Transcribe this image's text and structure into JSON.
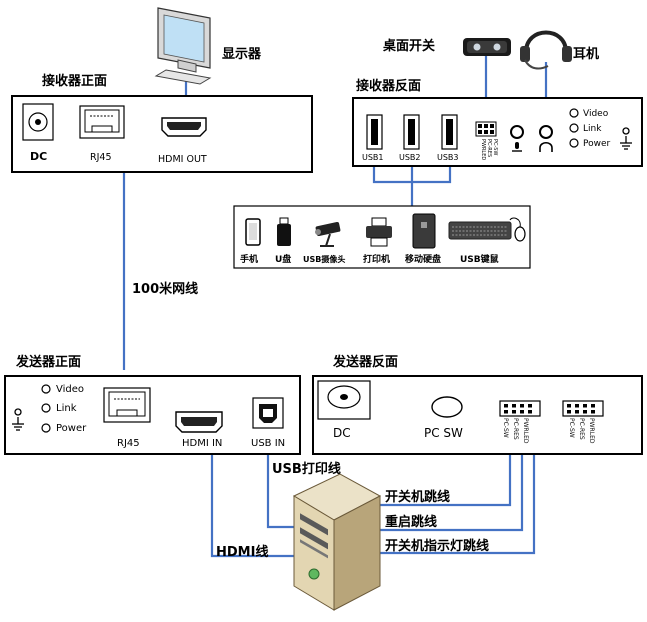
{
  "labels": {
    "monitor": "显示器",
    "desk_switch": "桌面开关",
    "headset": "耳机",
    "receiver_front": "接收器正面",
    "receiver_back": "接收器反面",
    "sender_front": "发送器正面",
    "sender_back": "发送器反面",
    "cable_100m": "100米网线",
    "usb_print_cable": "USB打印线",
    "hdmi_cable": "HDMI线",
    "power_jumper": "开关机跳线",
    "reset_jumper": "重启跳线",
    "power_led_jumper": "开关机指示灯跳线"
  },
  "ports": {
    "dc": "DC",
    "rj45": "RJ45",
    "hdmi_out": "HDMI OUT",
    "hdmi_in": "HDMI IN",
    "usb_in": "USB IN",
    "usb1": "USB1",
    "usb2": "USB2",
    "usb3": "USB3",
    "pc_sw": "PC SW",
    "pin_pwrled": "PWRLED",
    "pin_pcres": "PC-RES",
    "pin_pcsw": "PC-SW"
  },
  "leds": [
    "Video",
    "Link",
    "Power"
  ],
  "devices": [
    "手机",
    "U盘",
    "USB摄像头",
    "打印机",
    "移动硬盘",
    "USB键鼠"
  ],
  "colors": {
    "cable": "#4472C4",
    "frame": "#000000"
  }
}
